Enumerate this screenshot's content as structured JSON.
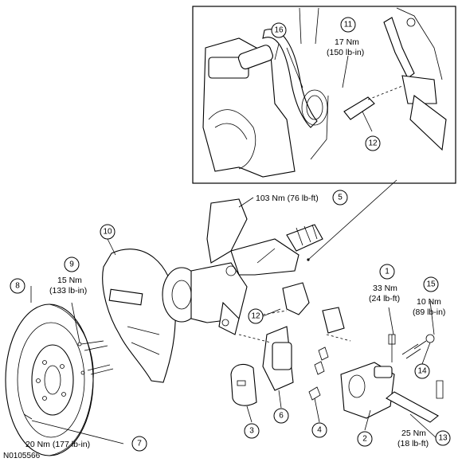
{
  "figure_id": "N0105566",
  "callouts": [
    {
      "id": "c1",
      "number": "1",
      "torque_nm": "33 Nm",
      "torque_imperial": "(24 lb-ft)"
    },
    {
      "id": "c2",
      "number": "2"
    },
    {
      "id": "c3",
      "number": "3"
    },
    {
      "id": "c4",
      "number": "4"
    },
    {
      "id": "c5",
      "number": "5",
      "torque_inline": "103 Nm (76 lb-ft)"
    },
    {
      "id": "c6",
      "number": "6"
    },
    {
      "id": "c7",
      "number": "7",
      "torque_inline": "20 Nm (177 lb-in)"
    },
    {
      "id": "c8",
      "number": "8"
    },
    {
      "id": "c9",
      "number": "9",
      "torque_nm": "15 Nm",
      "torque_imperial": "(133 lb-in)"
    },
    {
      "id": "c10",
      "number": "10"
    },
    {
      "id": "c11",
      "number": "11",
      "torque_nm": "17 Nm",
      "torque_imperial": "(150 lb-in)"
    },
    {
      "id": "c12a",
      "number": "12"
    },
    {
      "id": "c12b",
      "number": "12"
    },
    {
      "id": "c13",
      "number": "13",
      "torque_nm": "25 Nm",
      "torque_imperial": "(18 lb-ft)"
    },
    {
      "id": "c14",
      "number": "14"
    },
    {
      "id": "c15",
      "number": "15",
      "torque_nm": "10 Nm",
      "torque_imperial": "(89 lb-in)"
    },
    {
      "id": "c16",
      "number": "16"
    }
  ]
}
